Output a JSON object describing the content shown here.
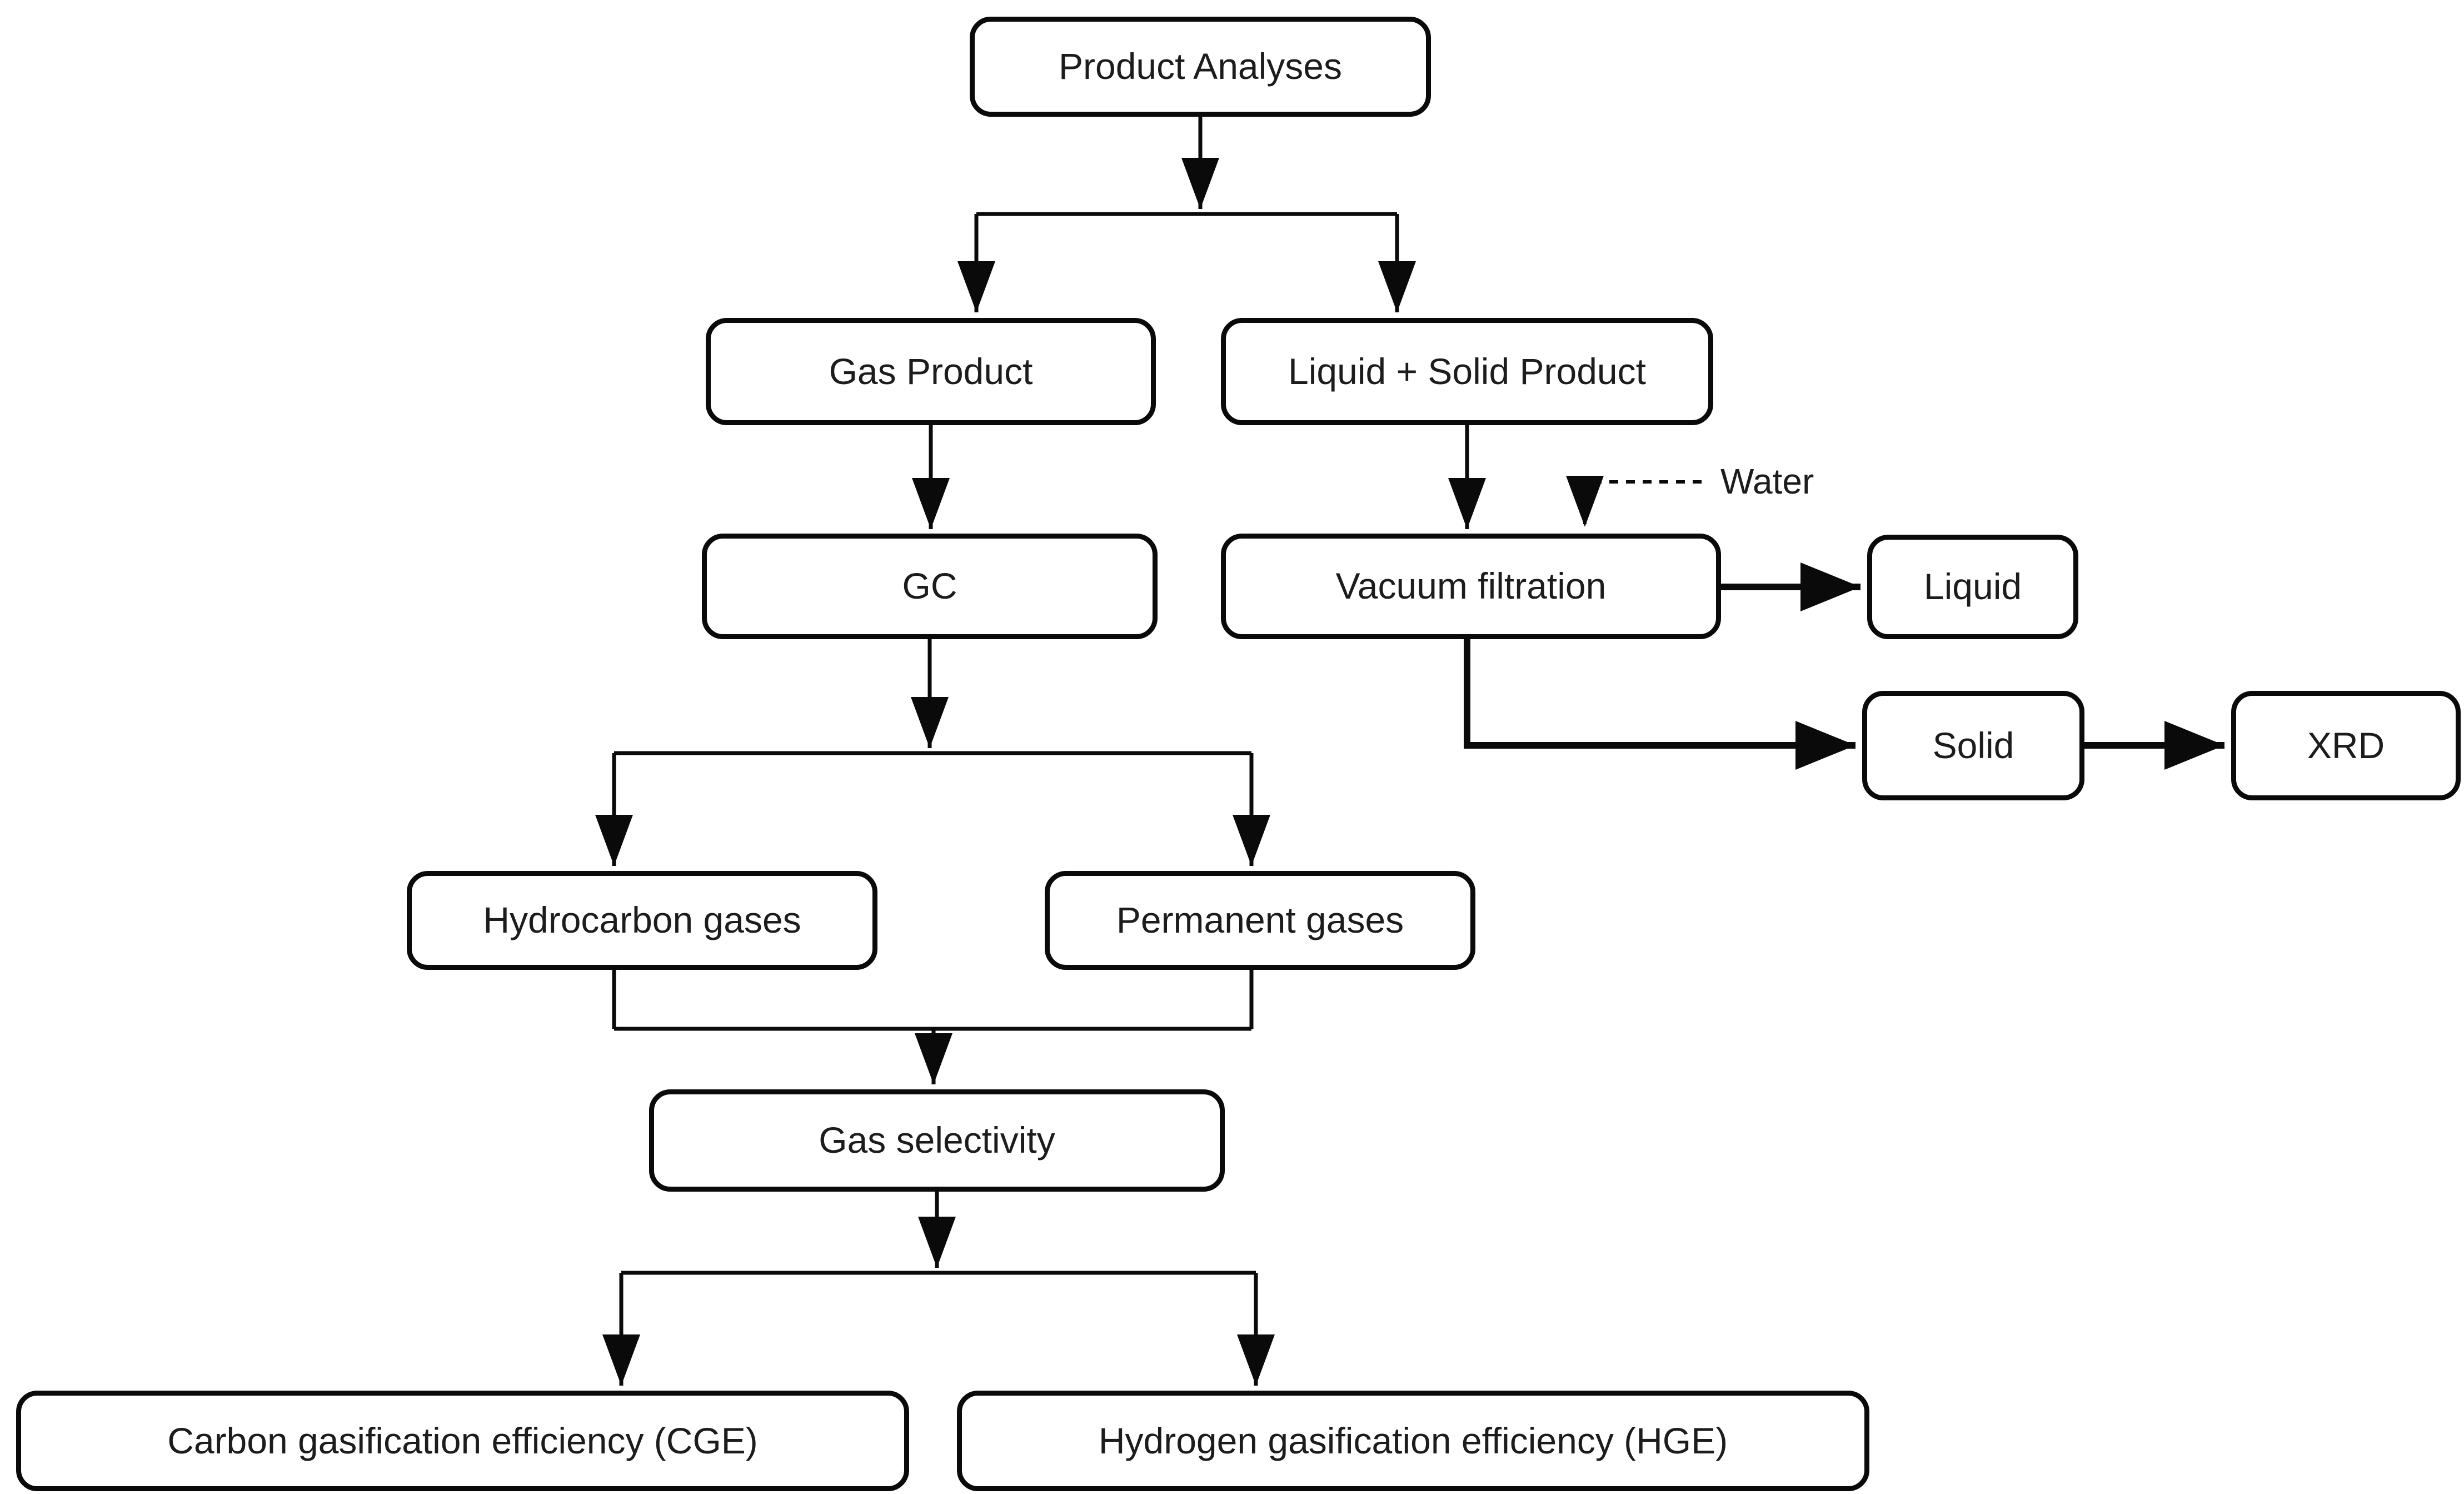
{
  "diagram": {
    "title": "Product Analyses flowchart",
    "colors": {
      "background": "#ffffff",
      "stroke": "#0a0a0a",
      "text": "#1c1c1c"
    },
    "nodes": {
      "product_analyses": {
        "label": "Product Analyses"
      },
      "gas_product": {
        "label": "Gas Product"
      },
      "liquid_solid_product": {
        "label": "Liquid + Solid Product"
      },
      "gc": {
        "label": "GC"
      },
      "vacuum_filtration": {
        "label": "Vacuum filtration"
      },
      "liquid": {
        "label": "Liquid"
      },
      "solid": {
        "label": "Solid"
      },
      "xrd": {
        "label": "XRD"
      },
      "hydrocarbon_gases": {
        "label": "Hydrocarbon gases"
      },
      "permanent_gases": {
        "label": "Permanent gases"
      },
      "gas_selectivity": {
        "label": "Gas selectivity"
      },
      "cge": {
        "label": "Carbon gasification efficiency (CGE)"
      },
      "hge": {
        "label": "Hydrogen gasification efficiency (HGE)"
      }
    },
    "annotations": {
      "water": {
        "label": "Water"
      }
    },
    "edges": [
      {
        "from": "product_analyses",
        "to": "gas_product",
        "style": "solid"
      },
      {
        "from": "product_analyses",
        "to": "liquid_solid_product",
        "style": "solid"
      },
      {
        "from": "gas_product",
        "to": "gc",
        "style": "solid"
      },
      {
        "from": "liquid_solid_product",
        "to": "vacuum_filtration",
        "style": "solid"
      },
      {
        "from": "water",
        "to": "vacuum_filtration",
        "style": "dashed"
      },
      {
        "from": "vacuum_filtration",
        "to": "liquid",
        "style": "solid"
      },
      {
        "from": "vacuum_filtration",
        "to": "solid",
        "style": "solid"
      },
      {
        "from": "solid",
        "to": "xrd",
        "style": "solid"
      },
      {
        "from": "gc",
        "to": "hydrocarbon_gases",
        "style": "solid"
      },
      {
        "from": "gc",
        "to": "permanent_gases",
        "style": "solid"
      },
      {
        "from": "hydrocarbon_gases",
        "to": "gas_selectivity",
        "style": "solid"
      },
      {
        "from": "permanent_gases",
        "to": "gas_selectivity",
        "style": "solid"
      },
      {
        "from": "gas_selectivity",
        "to": "cge",
        "style": "solid"
      },
      {
        "from": "gas_selectivity",
        "to": "hge",
        "style": "solid"
      }
    ]
  }
}
